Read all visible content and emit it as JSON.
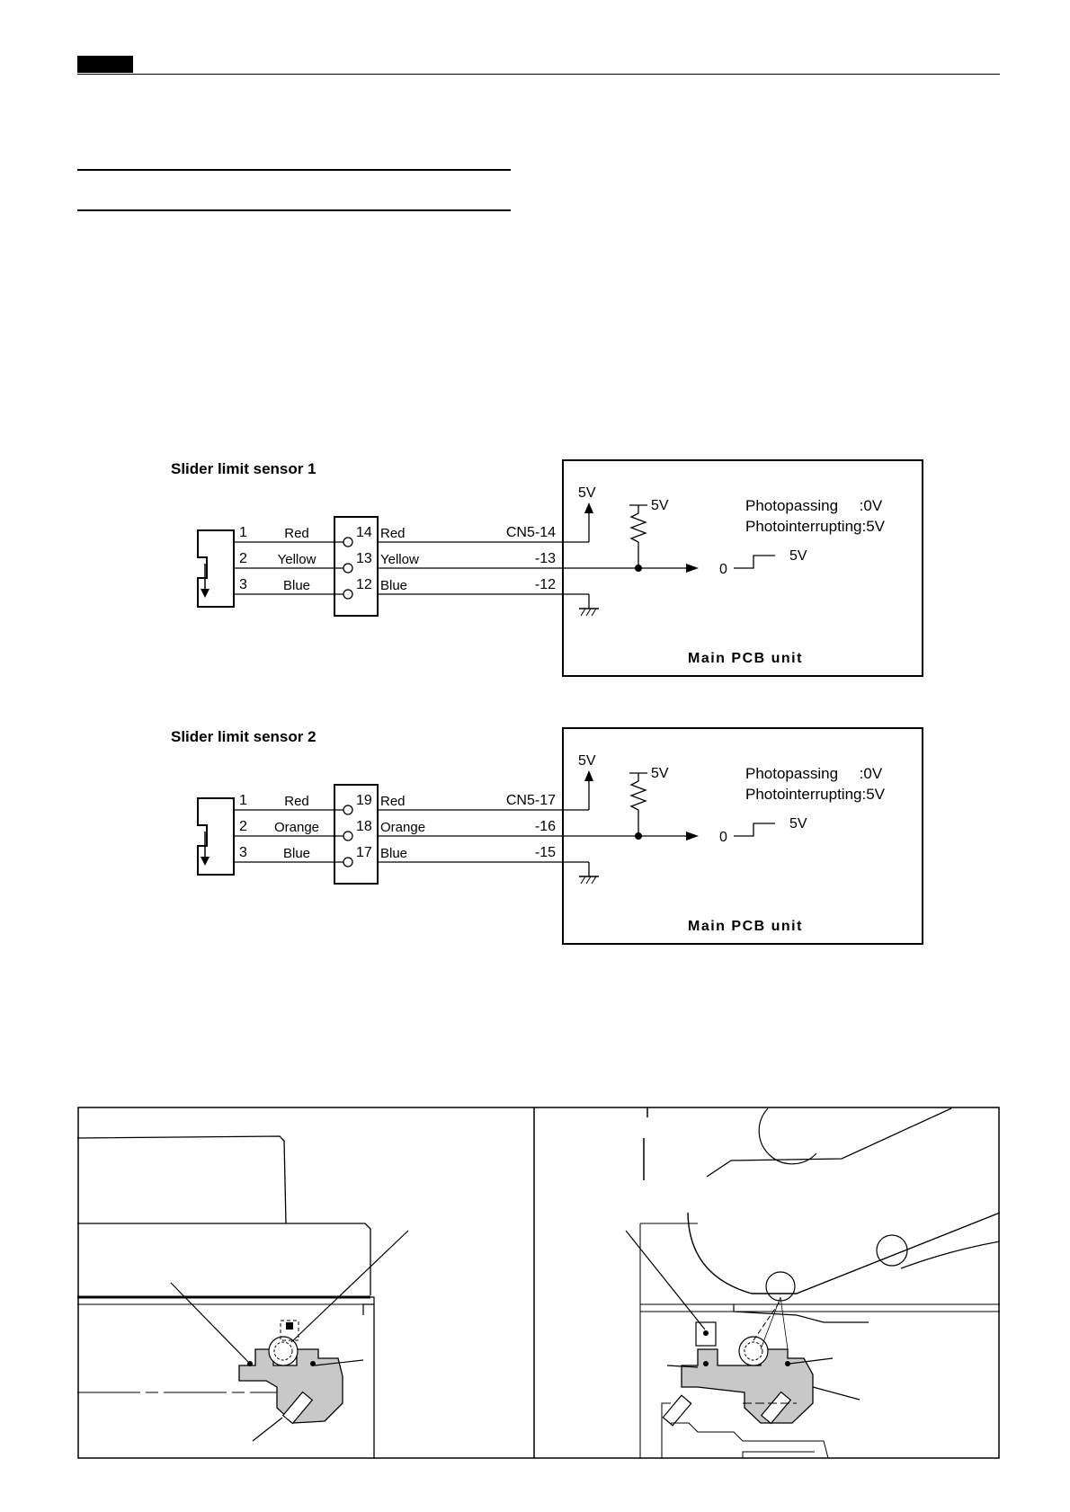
{
  "sensors": [
    {
      "title": "Slider limit sensor 1",
      "wires": [
        {
          "pin": "1",
          "color": "Red",
          "conn_pin": "14",
          "conn_color": "Red",
          "cn": "CN5-14"
        },
        {
          "pin": "2",
          "color": "Yellow",
          "conn_pin": "13",
          "conn_color": "Yellow",
          "cn": "-13"
        },
        {
          "pin": "3",
          "color": "Blue",
          "conn_pin": "12",
          "conn_color": "Blue",
          "cn": "-12"
        }
      ],
      "vcc_label": "5V",
      "pullup_label": "5V",
      "note_line1": "Photopassing     :0V",
      "note_line2": "Photointerrupting:5V",
      "wave_low": "0",
      "wave_high": "5V",
      "pcb_label": "Main PCB unit"
    },
    {
      "title": "Slider limit sensor 2",
      "wires": [
        {
          "pin": "1",
          "color": "Red",
          "conn_pin": "19",
          "conn_color": "Red",
          "cn": "CN5-17"
        },
        {
          "pin": "2",
          "color": "Orange",
          "conn_pin": "18",
          "conn_color": "Orange",
          "cn": "-16"
        },
        {
          "pin": "3",
          "color": "Blue",
          "conn_pin": "17",
          "conn_color": "Blue",
          "cn": "-15"
        }
      ],
      "vcc_label": "5V",
      "pullup_label": "5V",
      "note_line1": "Photopassing     :0V",
      "note_line2": "Photointerrupting:5V",
      "wave_low": "0",
      "wave_high": "5V",
      "pcb_label": "Main PCB unit"
    }
  ],
  "colors": {
    "ink": "#000000",
    "part_fill": "#c8c8c8",
    "page": "#ffffff"
  }
}
